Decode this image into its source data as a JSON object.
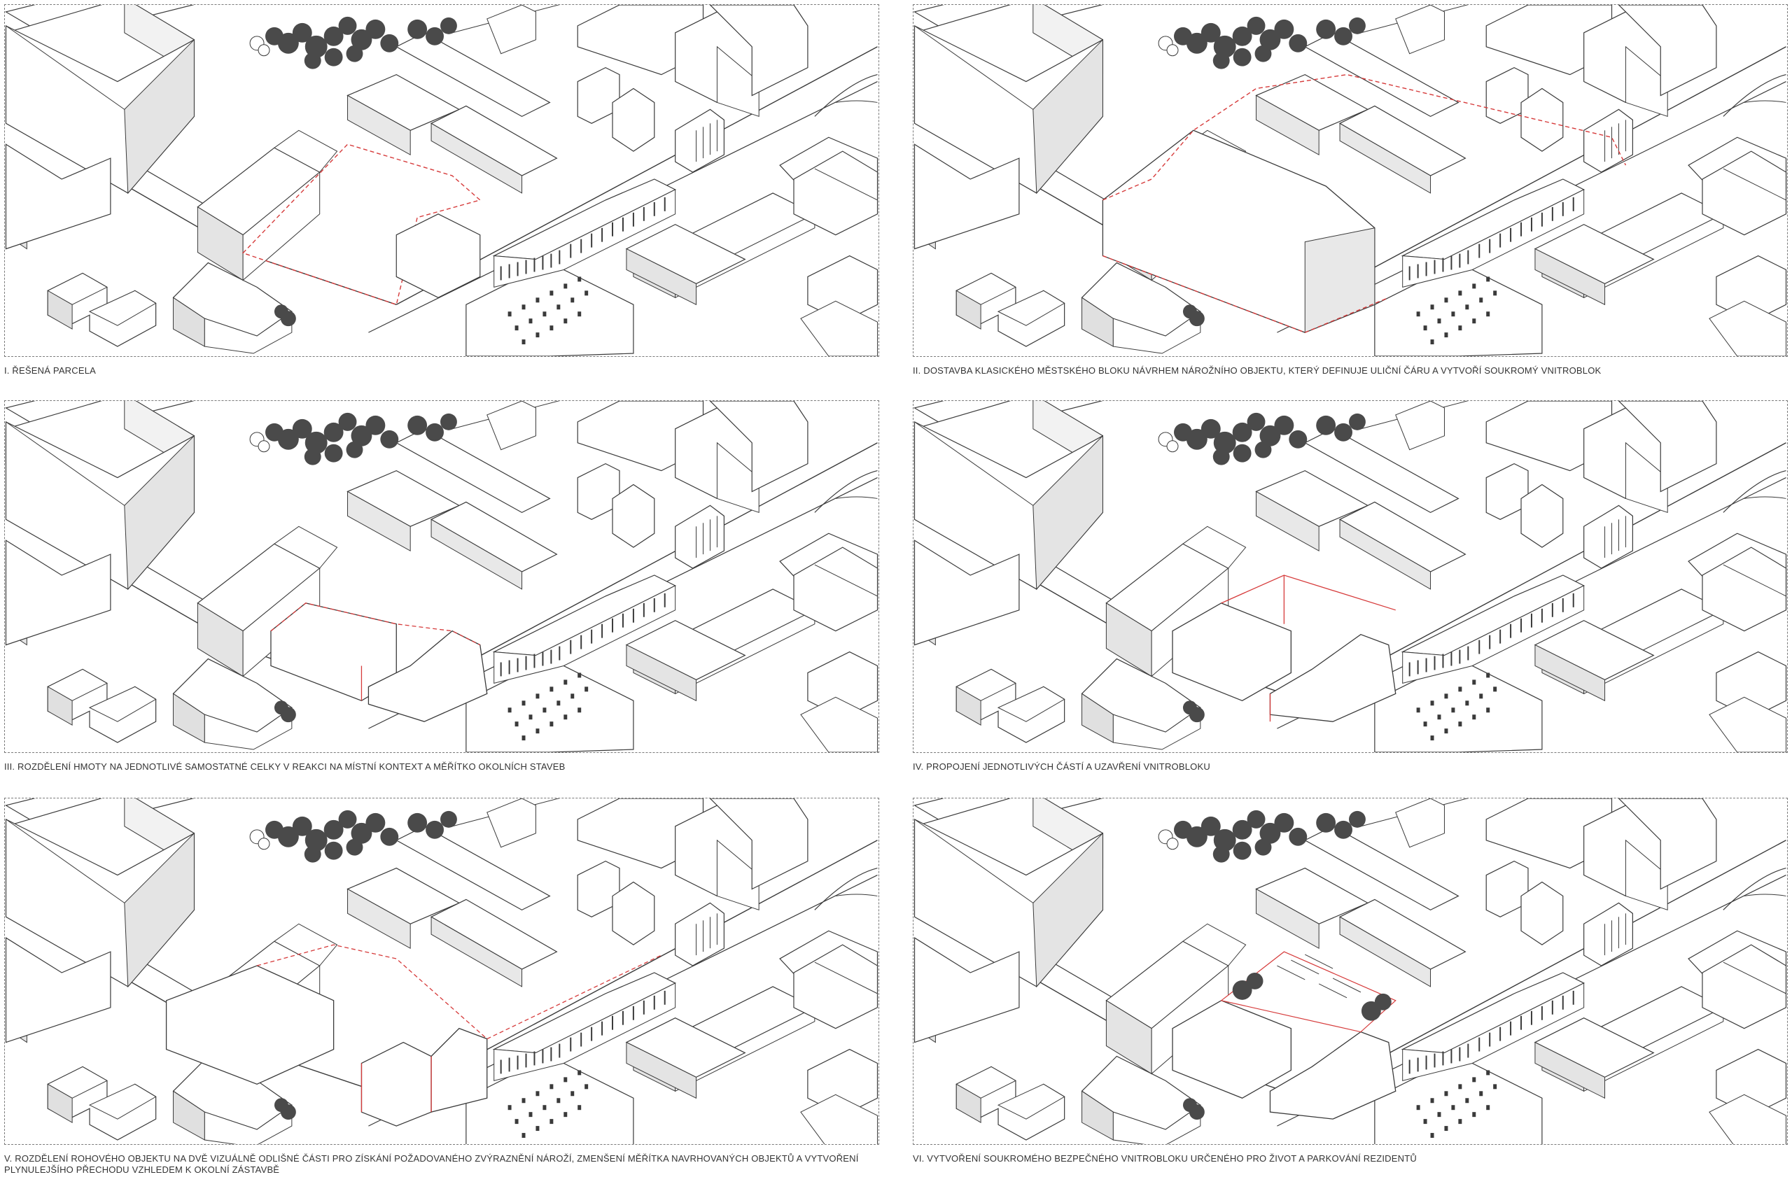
{
  "captions": {
    "step1": "I. ŘEŠENÁ PARCELA",
    "step2": "II. DOSTAVBA KLASICKÉHO MĚSTSKÉHO BLOKU NÁVRHEM NÁROŽNÍHO OBJEKTU, KTERÝ DEFINUJE ULIČNÍ ČÁRU A VYTVOŘÍ SOUKROMÝ VNITROBLOK",
    "step3": "III. ROZDĚLENÍ HMOTY NA JEDNOTLIVÉ SAMOSTATNÉ CELKY V REAKCI NA MÍSTNÍ KONTEXT A MĚŘÍTKO OKOLNÍCH STAVEB",
    "step4": "IV. PROPOJENÍ JEDNOTLIVÝCH ČÁSTÍ A UZAVŘENÍ VNITROBLOKU",
    "step5": "V. ROZDĚLENÍ ROHOVÉHO OBJEKTU NA DVĚ VIZUÁLNĚ ODLIŠNÉ ČÁSTI PRO ZÍSKÁNÍ POŽADOVANÉHO ZVÝRAZNĚNÍ NÁROŽÍ, ZMENŠENÍ MĚŘÍTKA NAVRHOVANÝCH OBJEKTŮ A VYTVOŘENÍ PLYNULEJŠÍHO PŘECHODU VZHLEDEM K OKOLNÍ ZÁSTAVBĚ",
    "step6": "VI. VYTVOŘENÍ SOUKROMÉHO BEZPEČNÉHO VNITROBLOKU URČENÉHO PRO ŽIVOT A PARKOVÁNÍ REZIDENTŮ"
  },
  "colors": {
    "line": "#3a3a3a",
    "shade": "#dcdcdc",
    "tree": "#4a4a4a",
    "accent": "#d63a3a",
    "frame": "#7a7a7a"
  }
}
